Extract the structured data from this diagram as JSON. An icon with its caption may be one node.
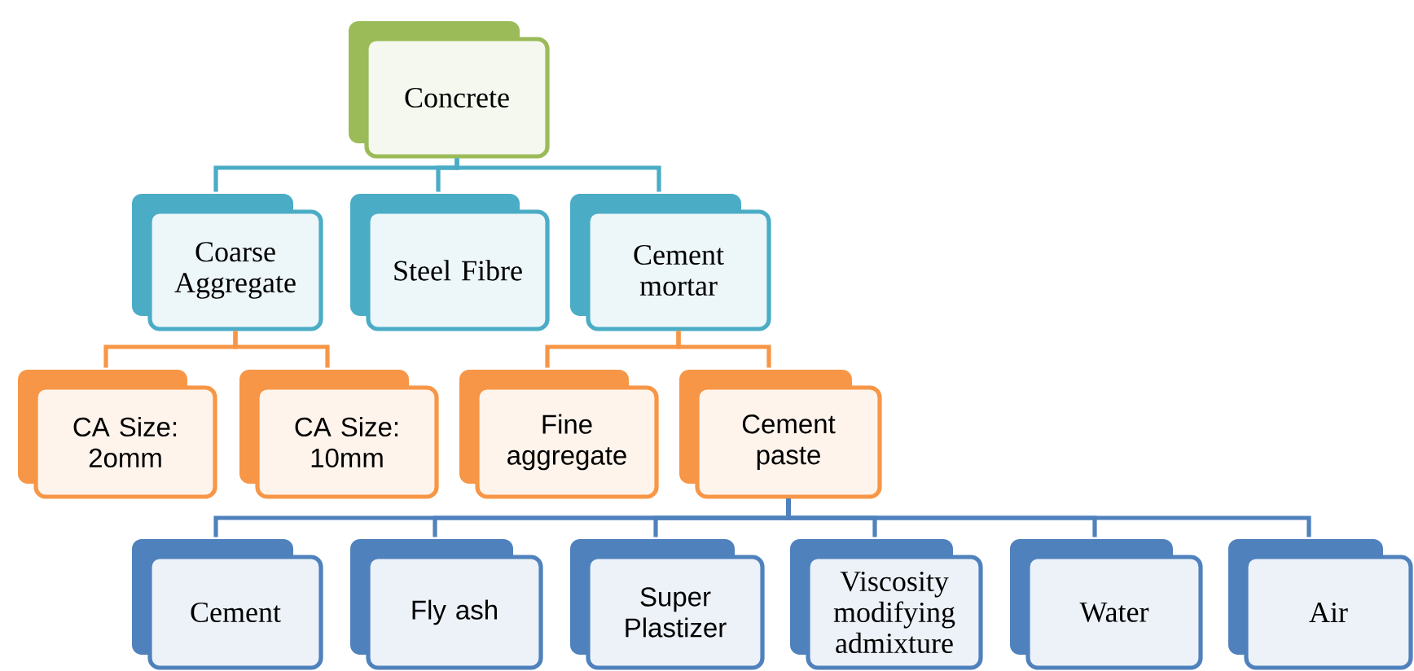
{
  "diagram": {
    "nodes": [
      {
        "text": [
          "Concrete"
        ]
      },
      {
        "text": [
          "Coarse Aggregate"
        ]
      },
      {
        "text": [
          "Steel Fibre"
        ]
      },
      {
        "text": [
          "Cement mortar"
        ]
      },
      {
        "text": [
          "CA Size: 2omm"
        ]
      },
      {
        "text": [
          "CA Size: 10mm"
        ]
      },
      {
        "text": [
          "Fine aggregate"
        ]
      },
      {
        "text": [
          "Cement paste"
        ]
      },
      {
        "text": [
          "Cement"
        ]
      },
      {
        "text": [
          "Fly ash"
        ]
      },
      {
        "text": [
          "Super Plastizer"
        ]
      },
      {
        "text": [
          "Viscosity modifying admixture"
        ]
      },
      {
        "text": [
          "Water"
        ]
      },
      {
        "text": [
          "Air"
        ]
      }
    ],
    "edges": [
      {
        "from": 0,
        "to": 1,
        "arrow": "none",
        "color": "#4bacc6"
      },
      {
        "from": 0,
        "to": 2,
        "arrow": "none",
        "color": "#4bacc6"
      },
      {
        "from": 0,
        "to": 3,
        "arrow": "none",
        "color": "#4bacc6"
      },
      {
        "from": 1,
        "to": 4,
        "arrow": "none",
        "color": "#f79646"
      },
      {
        "from": 1,
        "to": 5,
        "arrow": "none",
        "color": "#f79646"
      },
      {
        "from": 3,
        "to": 6,
        "arrow": "none",
        "color": "#f79646"
      },
      {
        "from": 3,
        "to": 7,
        "arrow": "none",
        "color": "#f79646"
      },
      {
        "from": 7,
        "to": 8,
        "arrow": "none"
      },
      {
        "from": 7,
        "to": 9,
        "arrow": "none"
      },
      {
        "from": 7,
        "to": 10,
        "arrow": "none"
      },
      {
        "from": 7,
        "to": 11,
        "arrow": "none"
      },
      {
        "from": 7,
        "to": 12,
        "arrow": "none"
      },
      {
        "from": 7,
        "to": 13,
        "arrow": "none"
      }
    ]
  }
}
